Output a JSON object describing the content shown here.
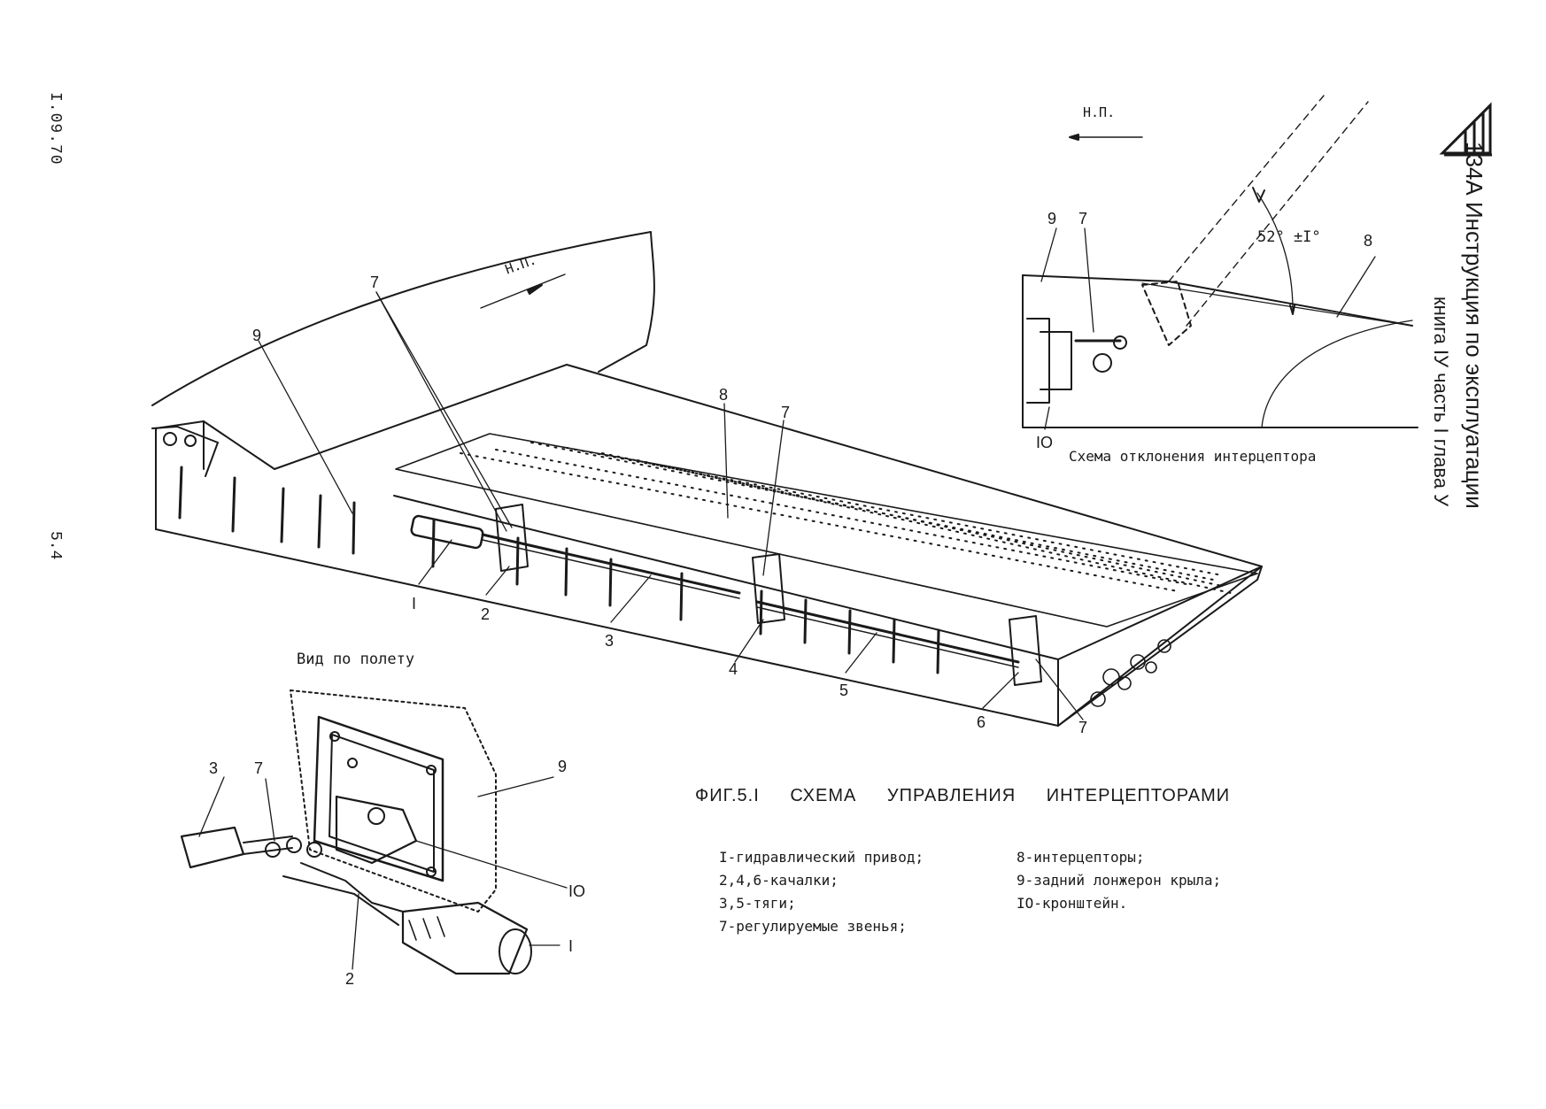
{
  "header": {
    "doc_code": "I.09.70",
    "page_number": "5.4",
    "side_title": "134А Инструкция по эксплуатации",
    "side_subtitle": "книга IУ часть I глава У"
  },
  "figure": {
    "caption": "ФИГ.5.I СХЕМА УПРАВЛЕНИЯ ИНТЕРЦЕПТОРАМИ",
    "view_label": "Вид по полету",
    "inset_caption": "Схема отклонения интерцептора",
    "direction_main": "Н.П.",
    "direction_inset": "Н.П.",
    "angle_label": "52° ±I°"
  },
  "callouts": {
    "main": [
      "9",
      "7",
      "8",
      "7",
      "I",
      "2",
      "3",
      "4",
      "5",
      "6",
      "7"
    ],
    "view": [
      "3",
      "7",
      "9",
      "IO",
      "2",
      "I"
    ],
    "inset": [
      "9",
      "7",
      "8",
      "IO"
    ]
  },
  "legend": {
    "left": [
      "I-гидравлический привод;",
      "2,4,6-качалки;",
      "3,5-тяги;",
      "7-регулируемые звенья;"
    ],
    "right": [
      "8-интерцепторы;",
      "9-задний лонжерон крыла;",
      "IO-кронштейн."
    ]
  },
  "colors": {
    "ink": "#1a1a1a",
    "paper": "#ffffff"
  }
}
